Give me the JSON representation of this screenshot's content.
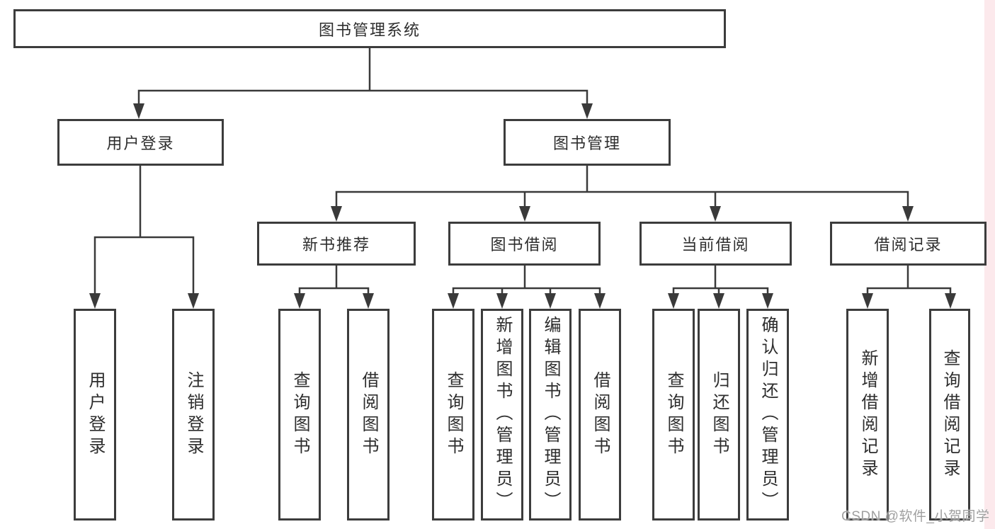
{
  "diagram": {
    "root": {
      "label": "图书管理系统",
      "children": [
        {
          "label": "用户登录",
          "children": [
            {
              "label": "用户登录"
            },
            {
              "label": "注销登录"
            }
          ]
        },
        {
          "label": "图书管理",
          "children": [
            {
              "label": "新书推荐",
              "children": [
                {
                  "label": "查询图书"
                },
                {
                  "label": "借阅图书"
                }
              ]
            },
            {
              "label": "图书借阅",
              "children": [
                {
                  "label": "查询图书"
                },
                {
                  "label": "新增图书（管理员）"
                },
                {
                  "label": "编辑图书（管理员）"
                },
                {
                  "label": "借阅图书"
                }
              ]
            },
            {
              "label": "当前借阅",
              "children": [
                {
                  "label": "查询图书"
                },
                {
                  "label": "归还图书"
                },
                {
                  "label": "确认归还（管理员）"
                }
              ]
            },
            {
              "label": "借阅记录",
              "children": [
                {
                  "label": "新增借阅记录"
                },
                {
                  "label": "查询借阅记录"
                }
              ]
            }
          ]
        }
      ]
    }
  },
  "watermark": {
    "text": "CSDN @软件_小贺同学"
  },
  "colors": {
    "box_border": "#3c3c3c",
    "connector": "#3a3a3a",
    "text": "#2d2d2d",
    "watermark_text": "#9f9f9f",
    "right_strip": "#fce9ec",
    "background": "#ffffff"
  }
}
